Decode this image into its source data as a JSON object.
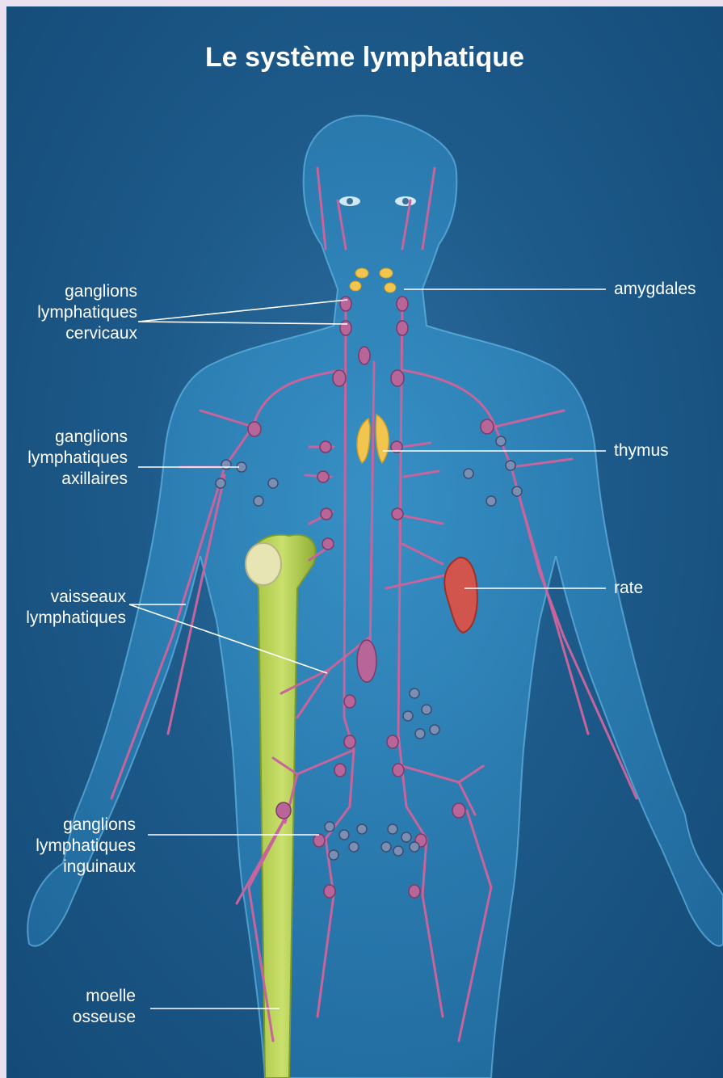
{
  "title": "Le système lymphatique",
  "labels": {
    "ganglions_cervicaux": [
      "ganglions",
      "lymphatiques",
      "cervicaux"
    ],
    "ganglions_axillaires": [
      "ganglions",
      "lymphatiques",
      "axillaires"
    ],
    "vaisseaux": [
      "vaisseaux",
      "lymphatiques"
    ],
    "ganglions_inguinaux": [
      "ganglions",
      "lymphatiques",
      "inguinaux"
    ],
    "moelle": [
      "moelle",
      "osseuse"
    ],
    "amygdales": "amygdales",
    "thymus": "thymus",
    "rate": "rate"
  },
  "colors": {
    "background": "#1d5a8a",
    "body": "#3aa0d8",
    "vessel": "#c7649c",
    "node": "#b8669a",
    "node_blue": "#7b8fb5",
    "thymus": "#f2c64e",
    "spleen": "#d1554c",
    "bone": "#b9d45a"
  }
}
